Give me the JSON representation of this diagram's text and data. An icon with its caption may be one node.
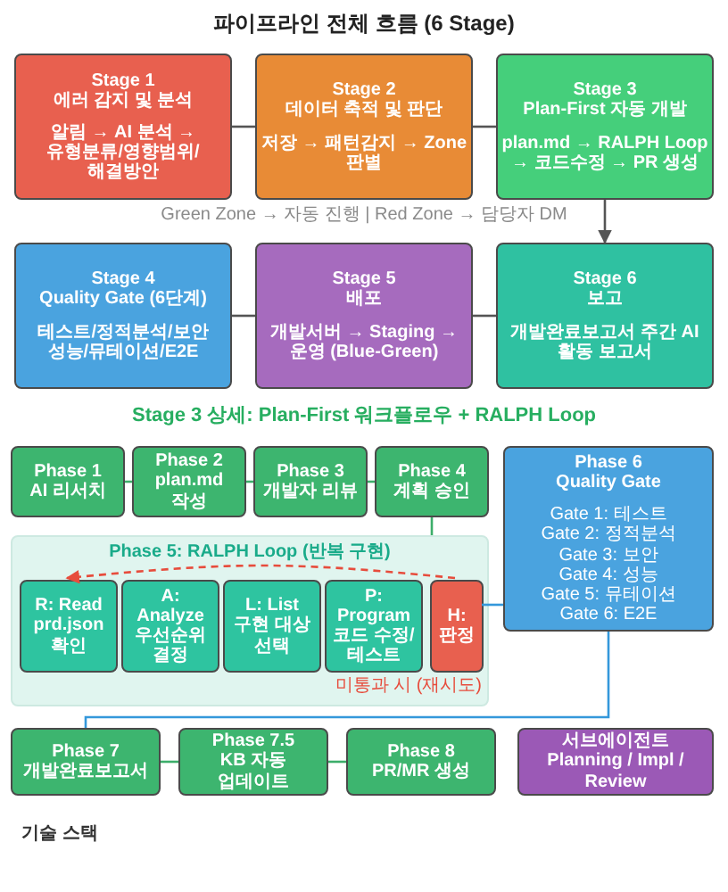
{
  "diagram": {
    "title": "파이프라인 전체 흐름 (6 Stage)",
    "nodes": [
      {
        "text": [
          "Stage 1",
          "에러 감지 및 분석",
          "알림 → AI 분석 → 유형분류/영향범위/해결방안"
        ]
      },
      {
        "text": [
          "Stage 2",
          "데이터 축적 및 판단",
          "저장 → 패턴감지 → Zone 판별"
        ]
      },
      {
        "text": [
          "Stage 3",
          "Plan-First 자동 개발",
          "plan.md → RALPH Loop → 코드수정 → PR 생성"
        ]
      },
      {
        "text": [
          "Stage 4",
          "Quality Gate (6단계)",
          "테스트/정적분석/보안 성능/뮤테이션/E2E"
        ]
      },
      {
        "text": [
          "Stage 5",
          "배포",
          "개발서버 → Staging → 운영 (Blue-Green)"
        ]
      },
      {
        "text": [
          "Stage 6",
          "보고",
          "개발완료보고서 주간 AI 활동 보고서"
        ]
      },
      {
        "text": [
          "Phase 1",
          "AI 리서치"
        ]
      },
      {
        "text": [
          "Phase 2",
          "plan.md 작성"
        ]
      },
      {
        "text": [
          "Phase 3",
          "개발자 리뷰"
        ]
      },
      {
        "text": [
          "Phase 4",
          "계획 승인"
        ]
      },
      {
        "text": [
          "Phase 6",
          "Quality Gate",
          "Gate 1: 테스트",
          "Gate 2: 정적분석",
          "Gate 3: 보안",
          "Gate 4: 성능",
          "Gate 5: 뮤테이션",
          "Gate 6: E2E"
        ]
      },
      {
        "text": [
          "Phase 5: RALPH Loop (반복 구현)"
        ]
      },
      {
        "text": [
          "R: Read",
          "prd.json 확인"
        ],
        "in": 11
      },
      {
        "text": [
          "A: Analyze",
          "우선순위 결정"
        ],
        "in": 11
      },
      {
        "text": [
          "L: List",
          "구현 대상 선택"
        ],
        "in": 11
      },
      {
        "text": [
          "P: Program",
          "코드 수정/테스트"
        ],
        "in": 11
      },
      {
        "text": [
          "H:",
          "판정"
        ],
        "in": 11
      },
      {
        "text": [
          "Phase 7",
          "개발완료보고서"
        ]
      },
      {
        "text": [
          "Phase 7.5",
          "KB 자동 업데이트"
        ]
      },
      {
        "text": [
          "Phase 8",
          "PR/MR 생성"
        ]
      },
      {
        "text": [
          "서브에이전트",
          "Planning / Impl / Review"
        ]
      }
    ],
    "edges": [
      {
        "from": 0,
        "to": 1,
        "arrow": "none",
        "color": "#555555"
      },
      {
        "from": 1,
        "to": 2,
        "arrow": "none",
        "color": "#555555"
      },
      {
        "from": 2,
        "to": 5,
        "arrow": "to",
        "color": "#555555"
      },
      {
        "from": 3,
        "to": 4,
        "arrow": "none",
        "color": "#555555"
      },
      {
        "from": 4,
        "to": 5,
        "arrow": "none",
        "color": "#555555"
      },
      {
        "from": 6,
        "to": 7,
        "arrow": "none"
      },
      {
        "from": 7,
        "to": 8,
        "arrow": "none"
      },
      {
        "from": 8,
        "to": 9,
        "arrow": "none"
      },
      {
        "from": 9,
        "to": 11,
        "arrow": "none"
      },
      {
        "from": 16,
        "to": 12,
        "arrow": "to",
        "style": "dashed",
        "color": "#e74c3c"
      },
      {
        "from": 16,
        "to": 10,
        "arrow": "none",
        "color": "#3498db"
      },
      {
        "from": 10,
        "to": 17,
        "arrow": "none",
        "color": "#3498db"
      },
      {
        "from": 17,
        "to": 18,
        "arrow": "none"
      },
      {
        "from": 18,
        "to": 19,
        "arrow": "none"
      }
    ],
    "labels": [
      "Green Zone → 자동 진행 | Red Zone → 담당자 DM",
      "Stage 3 상세: Plan-First 워크플로우 + RALPH Loop",
      "미통과 시 (재시도)",
      "기술 스택"
    ]
  }
}
